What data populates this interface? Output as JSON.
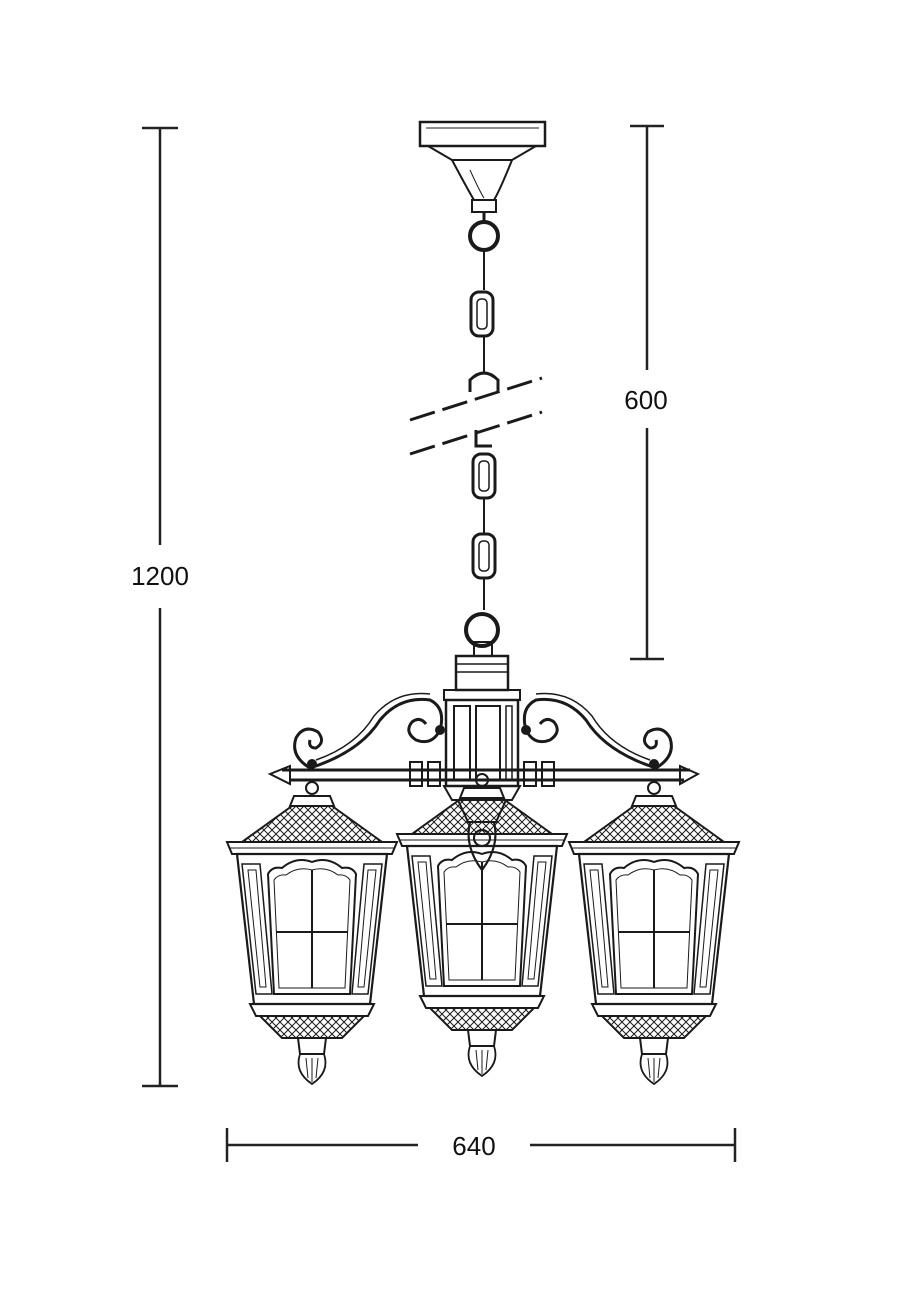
{
  "dimensions": {
    "total_height": "1200",
    "chain_length": "600",
    "total_width": "640"
  },
  "colors": {
    "ink": "#1a1a1a",
    "background": "#ffffff",
    "fill_dark": "#2a2a2a",
    "fill_light": "#f4f4f4"
  },
  "parts": [
    "ceiling-canopy",
    "chain",
    "body",
    "scroll-arms",
    "lantern-left",
    "lantern-center",
    "lantern-right"
  ]
}
